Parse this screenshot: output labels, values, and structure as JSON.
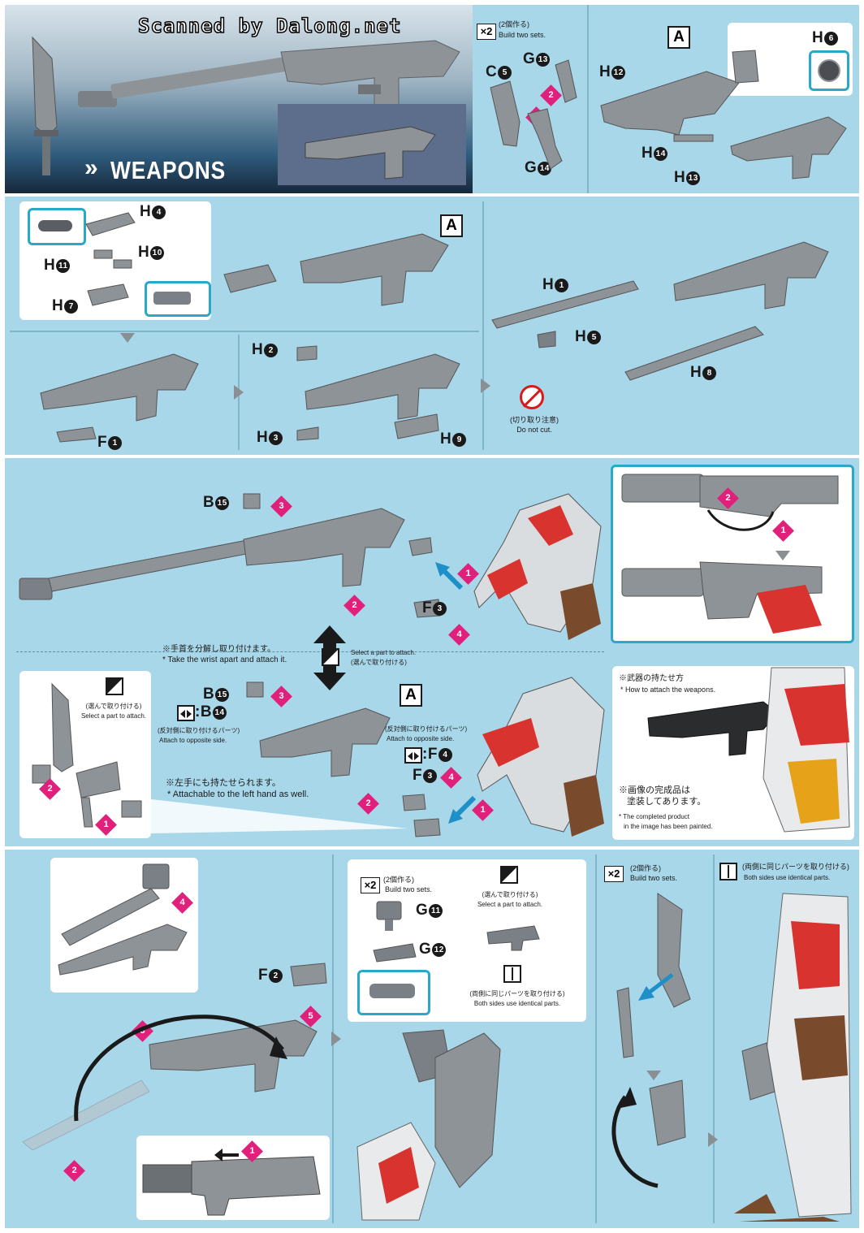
{
  "header": {
    "scan_credit": "Scanned by Dalong.net",
    "title": "WEAPONS",
    "title_prefix": "»"
  },
  "build_two": {
    "badge": "×2",
    "jp": "(2個作る)",
    "en": "Build two sets."
  },
  "parts": {
    "A": "A",
    "G13": "G",
    "G13n": "13",
    "C5": "C",
    "C5n": "5",
    "G14": "G",
    "G14n": "14",
    "H12": "H",
    "H12n": "12",
    "H6": "H",
    "H6n": "6",
    "H14": "H",
    "H14n": "14",
    "H13": "H",
    "H13n": "13",
    "H4": "H",
    "H4n": "4",
    "H10": "H",
    "H10n": "10",
    "H11": "H",
    "H11n": "11",
    "H7": "H",
    "H7n": "7",
    "H1": "H",
    "H1n": "1",
    "H5": "H",
    "H5n": "5",
    "H8": "H",
    "H8n": "8",
    "F1": "F",
    "F1n": "1",
    "H2": "H",
    "H2n": "2",
    "H3": "H",
    "H3n": "3",
    "H9": "H",
    "H9n": "9",
    "B15": "B",
    "B15n": "15",
    "F3": "F",
    "F3n": "3",
    "B14": "B",
    "B14n": "14",
    "F4": "F",
    "F4n": "4",
    "F2": "F",
    "F2n": "2",
    "G11": "G",
    "G11n": "11",
    "G12": "G",
    "G12n": "12"
  },
  "steps": [
    "1",
    "2",
    "3",
    "4",
    "5"
  ],
  "notes": {
    "do_not_cut_jp": "(切り取り注意)",
    "do_not_cut_en": "Do not cut.",
    "wrist_jp": "※手首を分解し取り付けます。",
    "wrist_en": "* Take the wrist apart and attach it.",
    "select_en": "Select a part to attach.",
    "select_jp": "(選んで取り付ける)",
    "opposite_jp": "(反対側に取り付けるパーツ)",
    "opposite_en": "Attach to opposite side.",
    "left_hand_jp": "※左手にも持たせられます。",
    "left_hand_en": "* Attachable to the left hand as well.",
    "how_attach_jp": "※武器の持たせ方",
    "how_attach_en": "* How to attach the weapons.",
    "painted_jp1": "※画像の完成品は",
    "painted_jp2": "塗装してあります。",
    "painted_en1": "* The completed product",
    "painted_en2": "in the image has been painted.",
    "both_sides_jp": "(両側に同じパーツを取り付ける)",
    "both_sides_en": "Both sides use identical parts."
  },
  "colors": {
    "panel": "#a9d7ea",
    "header_dark": "#15273a",
    "header_blue": "#2b6a9a",
    "part_gray": "#8e9398",
    "step_magenta": "#e0207a",
    "arrow_blue": "#1f8fc8",
    "highlight_cyan": "#2aa8c8"
  }
}
